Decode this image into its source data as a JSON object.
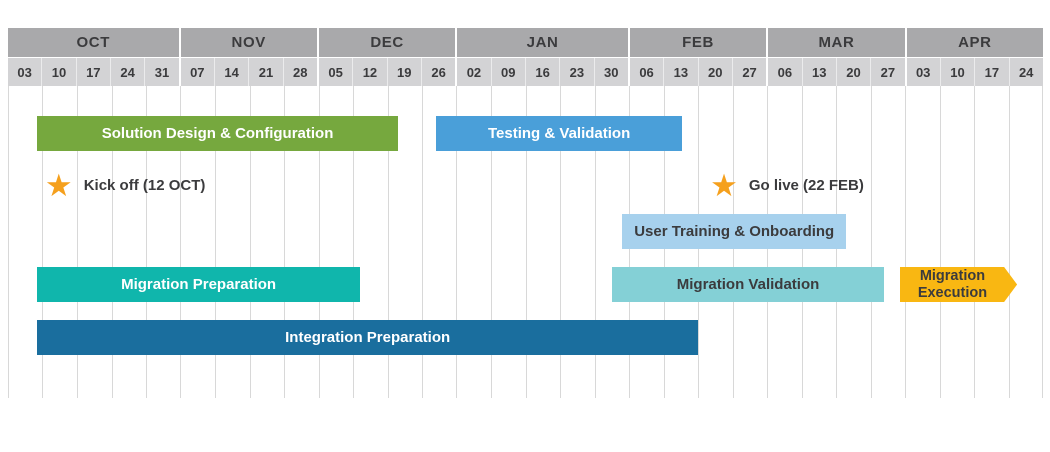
{
  "chart_data": {
    "type": "gantt",
    "title": "",
    "total_weeks": 30,
    "months": [
      {
        "label": "OCT",
        "weeks": [
          "03",
          "10",
          "17",
          "24",
          "31"
        ]
      },
      {
        "label": "NOV",
        "weeks": [
          "07",
          "14",
          "21",
          "28"
        ]
      },
      {
        "label": "DEC",
        "weeks": [
          "05",
          "12",
          "19",
          "26"
        ]
      },
      {
        "label": "JAN",
        "weeks": [
          "02",
          "09",
          "16",
          "23",
          "30"
        ]
      },
      {
        "label": "FEB",
        "weeks": [
          "06",
          "13",
          "20",
          "27"
        ]
      },
      {
        "label": "MAR",
        "weeks": [
          "06",
          "13",
          "20",
          "27"
        ]
      },
      {
        "label": "APR",
        "weeks": [
          "03",
          "10",
          "17",
          "24"
        ]
      }
    ],
    "bars": [
      {
        "label": "Solution Design & Configuration",
        "row": 0,
        "start_week": 0.85,
        "end_week": 11.3,
        "color": "#76a83e",
        "text_color": "#ffffff"
      },
      {
        "label": "Testing & Validation",
        "row": 0,
        "start_week": 12.4,
        "end_week": 19.55,
        "color": "#4a9fd9",
        "text_color": "#ffffff"
      },
      {
        "label": "User Training & Onboarding",
        "row": 2,
        "start_week": 17.8,
        "end_week": 24.3,
        "color": "#a7d1ed",
        "text_color": "#3b3b3d"
      },
      {
        "label": "Migration Preparation",
        "row": 3,
        "start_week": 0.85,
        "end_week": 10.2,
        "color": "#10b6ac",
        "text_color": "#ffffff"
      },
      {
        "label": "Migration Validation",
        "row": 3,
        "start_week": 17.5,
        "end_week": 25.4,
        "color": "#84d0d6",
        "text_color": "#3b3b3d"
      },
      {
        "label": "Migration Execution",
        "row": 3,
        "start_week": 25.85,
        "end_week": 29.25,
        "color": "#f9b712",
        "text_color": "#3b3b3d",
        "arrow": true
      },
      {
        "label": "Integration Preparation",
        "row": 4,
        "start_week": 0.85,
        "end_week": 20.0,
        "color": "#1a6e9e",
        "text_color": "#ffffff"
      }
    ],
    "milestones": [
      {
        "label": "Kick off (12 OCT)",
        "week": 1.07,
        "row": 1
      },
      {
        "label": "Go live (22 FEB)",
        "week": 20.35,
        "row": 1
      }
    ],
    "icons": {
      "star": "★"
    },
    "colors": {
      "month_header_bg": "#a9a9ab",
      "week_header_bg": "#d3d3d5",
      "header_text": "#3b3b3d",
      "gridline": "#d8d8d8",
      "star": "#f5a01d"
    }
  }
}
